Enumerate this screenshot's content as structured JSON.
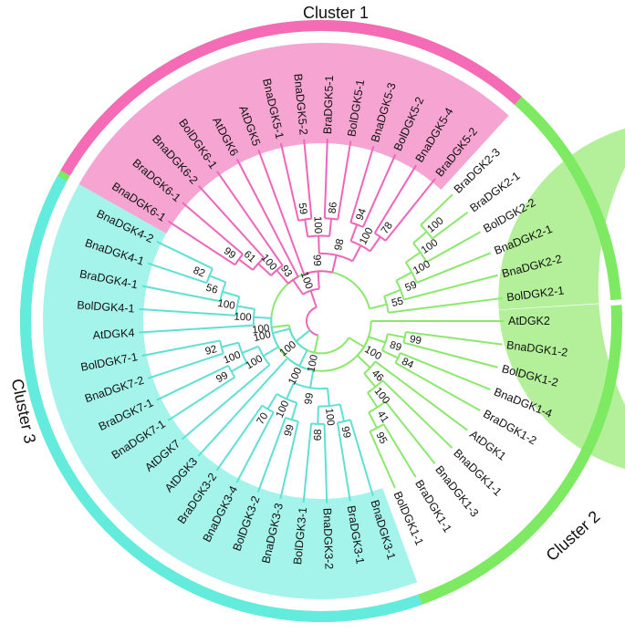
{
  "clusters": [
    {
      "id": "c1",
      "label": "Cluster 1",
      "bar_color": "#7eea63",
      "fill_color": "#b4f09a",
      "branch_color": "#8ce86d"
    },
    {
      "id": "c2",
      "label": "Cluster 2",
      "bar_color": "#63ecde",
      "fill_color": "#a5f4ec",
      "branch_color": "#5fe0d4"
    },
    {
      "id": "c3",
      "label": "Cluster 3",
      "bar_color": "#f56bb6",
      "fill_color": "#f6a5d2",
      "branch_color": "#ee66bb"
    }
  ],
  "leaves": [
    {
      "id": "AtDGK2",
      "label": "AtDGK2",
      "cluster": "c1"
    },
    {
      "id": "BnaDGK1-2",
      "label": "BnaDGK1-2",
      "cluster": "c1"
    },
    {
      "id": "BolDGK1-2",
      "label": "BolDGK1-2",
      "cluster": "c1"
    },
    {
      "id": "BnaDGK1-4",
      "label": "BnaDGK1-4",
      "cluster": "c1"
    },
    {
      "id": "BraDGK1-2",
      "label": "BraDGK1-2",
      "cluster": "c1"
    },
    {
      "id": "AtDGK1",
      "label": "AtDGK1",
      "cluster": "c1"
    },
    {
      "id": "BnaDGK1-1",
      "label": "BnaDGK1-1",
      "cluster": "c1"
    },
    {
      "id": "BnaDGK1-3",
      "label": "BnaDGK1-3",
      "cluster": "c1"
    },
    {
      "id": "BraDGK1-1",
      "label": "BraDGK1-1",
      "cluster": "c1"
    },
    {
      "id": "BolDGK1-1",
      "label": "BolDGK1-1",
      "cluster": "c1"
    },
    {
      "id": "BnaDGK3-1",
      "label": "BnaDGK3-1",
      "cluster": "c2"
    },
    {
      "id": "BraDGK3-1",
      "label": "BraDGK3-1",
      "cluster": "c2"
    },
    {
      "id": "BnaDGK3-2",
      "label": "BnaDGK3-2",
      "cluster": "c2"
    },
    {
      "id": "BolDGK3-1",
      "label": "BolDGK3-1",
      "cluster": "c2"
    },
    {
      "id": "BnaDGK3-3",
      "label": "BnaDGK3-3",
      "cluster": "c2"
    },
    {
      "id": "BolDGK3-2",
      "label": "BolDGK3-2",
      "cluster": "c2"
    },
    {
      "id": "BnaDGK3-4",
      "label": "BnaDGK3-4",
      "cluster": "c2"
    },
    {
      "id": "BraDGK3-2",
      "label": "BraDGK3-2",
      "cluster": "c2"
    },
    {
      "id": "AtDGK3",
      "label": "AtDGK3",
      "cluster": "c2"
    },
    {
      "id": "AtDGK7",
      "label": "AtDGK7",
      "cluster": "c2"
    },
    {
      "id": "BnaDGK7-1",
      "label": "BnaDGK7-1",
      "cluster": "c2"
    },
    {
      "id": "BraDGK7-1",
      "label": "BraDGK7-1",
      "cluster": "c2"
    },
    {
      "id": "BnaDGK7-2",
      "label": "BnaDGK7-2",
      "cluster": "c2"
    },
    {
      "id": "BolDGK7-1",
      "label": "BolDGK7-1",
      "cluster": "c2"
    },
    {
      "id": "AtDGK4",
      "label": "AtDGK4",
      "cluster": "c2"
    },
    {
      "id": "BolDGK4-1",
      "label": "BolDGK4-1",
      "cluster": "c2"
    },
    {
      "id": "BraDGK4-1",
      "label": "BraDGK4-1",
      "cluster": "c2"
    },
    {
      "id": "BnaDGK4-1",
      "label": "BnaDGK4-1",
      "cluster": "c2"
    },
    {
      "id": "BnaDGK4-2",
      "label": "BnaDGK4-2",
      "cluster": "c2"
    },
    {
      "id": "BnaDGK6-1b",
      "label": "BnaDGK6-1",
      "cluster": "c3"
    },
    {
      "id": "BraDGK6-1",
      "label": "BraDGK6-1",
      "cluster": "c3"
    },
    {
      "id": "BnaDGK6-2",
      "label": "BnaDGK6-2",
      "cluster": "c3"
    },
    {
      "id": "BolDGK6-1",
      "label": "BolDGK6-1",
      "cluster": "c3"
    },
    {
      "id": "AtDGK6",
      "label": "AtDGK6",
      "cluster": "c3"
    },
    {
      "id": "AtDGK5",
      "label": "AtDGK5",
      "cluster": "c3"
    },
    {
      "id": "BnaDGK5-1",
      "label": "BnaDGK5-1",
      "cluster": "c3"
    },
    {
      "id": "BnaDGK5-2",
      "label": "BnaDGK5-2",
      "cluster": "c3"
    },
    {
      "id": "BraDGK5-1",
      "label": "BraDGK5-1",
      "cluster": "c3"
    },
    {
      "id": "BolDGK5-1",
      "label": "BolDGK5-1",
      "cluster": "c3"
    },
    {
      "id": "BnaDGK5-3",
      "label": "BnaDGK5-3",
      "cluster": "c3"
    },
    {
      "id": "BolDGK5-2",
      "label": "BolDGK5-2",
      "cluster": "c3"
    },
    {
      "id": "BnaDGK5-4",
      "label": "BnaDGK5-4",
      "cluster": "c3"
    },
    {
      "id": "BraDGK5-2",
      "label": "BraDGK5-2",
      "cluster": "c3"
    },
    {
      "id": "BraDGK2-3",
      "label": "BraDGK2-3",
      "cluster": "c1"
    },
    {
      "id": "BraDGK2-1",
      "label": "BraDGK2-1",
      "cluster": "c1"
    },
    {
      "id": "BolDGK2-2",
      "label": "BolDGK2-2",
      "cluster": "c1"
    },
    {
      "id": "BnaDGK2-1",
      "label": "BnaDGK2-1",
      "cluster": "c1"
    },
    {
      "id": "BnaDGK2-2",
      "label": "BnaDGK2-2",
      "cluster": "c1"
    },
    {
      "id": "BolDGK2-1",
      "label": "BolDGK2-1",
      "cluster": "c1"
    }
  ],
  "tree": {
    "root": "n_root",
    "nodes": [
      {
        "id": "n_root",
        "children": [
          "n_c1",
          "n_c2",
          "n_c3"
        ],
        "cluster": "c3"
      },
      {
        "id": "n_c1",
        "children": [
          "n_c1a",
          "n_c1b"
        ],
        "bootstrap": "100",
        "cluster": "c1"
      },
      {
        "id": "n_c1a",
        "children": [
          "n_c1a1",
          "AtDGK2"
        ],
        "bootstrap": "100",
        "cluster": "c1"
      },
      {
        "id": "n_c1a1",
        "children": [
          "n_c1a2",
          "BolDGK2-1"
        ],
        "bootstrap": "55",
        "cluster": "c1"
      },
      {
        "id": "n_c1a2",
        "children": [
          "n_c1a3",
          "BnaDGK2-2"
        ],
        "bootstrap": "59",
        "cluster": "c1"
      },
      {
        "id": "n_c1a3",
        "children": [
          "n_c1a4",
          "BnaDGK2-1"
        ],
        "bootstrap": "100",
        "cluster": "c1"
      },
      {
        "id": "n_c1a4",
        "children": [
          "n_c1a5",
          "BolDGK2-2"
        ],
        "bootstrap": "100",
        "cluster": "c1"
      },
      {
        "id": "n_c1a5",
        "children": [
          "BraDGK2-3",
          "BraDGK2-1"
        ],
        "bootstrap": "100",
        "cluster": "c1"
      },
      {
        "id": "n_c1b",
        "children": [
          "n_c1b1",
          "n_c1b3"
        ],
        "bootstrap": "100",
        "cluster": "c1"
      },
      {
        "id": "n_c1b1",
        "children": [
          "n_c1b2",
          "n_c1b4"
        ],
        "bootstrap": "89",
        "cluster": "c1"
      },
      {
        "id": "n_c1b2",
        "children": [
          "BnaDGK1-2",
          "BolDGK1-2"
        ],
        "bootstrap": "99",
        "cluster": "c1"
      },
      {
        "id": "n_c1b4",
        "children": [
          "BnaDGK1-4",
          "BraDGK1-2"
        ],
        "bootstrap": "84",
        "cluster": "c1"
      },
      {
        "id": "n_c1b3",
        "children": [
          "AtDGK1",
          "n_c1b5"
        ],
        "bootstrap": "46",
        "cluster": "c1"
      },
      {
        "id": "n_c1b5",
        "children": [
          "BnaDGK1-1",
          "n_c1b6"
        ],
        "bootstrap": "100",
        "cluster": "c1"
      },
      {
        "id": "n_c1b6",
        "children": [
          "BnaDGK1-3",
          "n_c1b7"
        ],
        "bootstrap": "41",
        "cluster": "c1"
      },
      {
        "id": "n_c1b7",
        "children": [
          "BraDGK1-1",
          "BolDGK1-1"
        ],
        "bootstrap": "95",
        "cluster": "c1"
      },
      {
        "id": "n_c2",
        "children": [
          "n_c2a",
          "n_c2b"
        ],
        "bootstrap": "100",
        "cluster": "c2"
      },
      {
        "id": "n_c2a",
        "children": [
          "n_c2a1",
          "n_c2a3"
        ],
        "bootstrap": "100",
        "cluster": "c2"
      },
      {
        "id": "n_c2a1",
        "children": [
          "n_c2a2",
          "n_c2a5"
        ],
        "bootstrap": "99",
        "cluster": "c2"
      },
      {
        "id": "n_c2a2",
        "children": [
          "n_c2a4",
          "n_c2a6"
        ],
        "bootstrap": "100",
        "cluster": "c2"
      },
      {
        "id": "n_c2a4",
        "children": [
          "BnaDGK3-1",
          "BraDGK3-1"
        ],
        "bootstrap": "99",
        "cluster": "c2"
      },
      {
        "id": "n_c2a6",
        "children": [
          "BnaDGK3-2",
          "BolDGK3-1"
        ],
        "bootstrap": "68",
        "cluster": "c2"
      },
      {
        "id": "n_c2a5",
        "children": [
          "n_c2a7",
          "n_c2a8"
        ],
        "bootstrap": "100",
        "cluster": "c2"
      },
      {
        "id": "n_c2a7",
        "children": [
          "BnaDGK3-3",
          "BolDGK3-2"
        ],
        "bootstrap": "99",
        "cluster": "c2"
      },
      {
        "id": "n_c2a8",
        "children": [
          "BnaDGK3-4",
          "BraDGK3-2"
        ],
        "bootstrap": "70",
        "cluster": "c2"
      },
      {
        "id": "n_c2a3",
        "children": [
          "AtDGK3"
        ],
        "cluster": "c2"
      },
      {
        "id": "n_c2b",
        "children": [
          "n_c2b1",
          "n_c2b3"
        ],
        "bootstrap": "100",
        "cluster": "c2"
      },
      {
        "id": "n_c2b1",
        "children": [
          "AtDGK7",
          "n_c2b2"
        ],
        "bootstrap": "100",
        "cluster": "c2"
      },
      {
        "id": "n_c2b2",
        "children": [
          "n_c2b4",
          "n_c2b5"
        ],
        "bootstrap": "100",
        "cluster": "c2"
      },
      {
        "id": "n_c2b4",
        "children": [
          "BnaDGK7-1",
          "BraDGK7-1"
        ],
        "bootstrap": "99",
        "cluster": "c2"
      },
      {
        "id": "n_c2b5",
        "children": [
          "BnaDGK7-2",
          "BolDGK7-1"
        ],
        "bootstrap": "92",
        "cluster": "c2"
      },
      {
        "id": "n_c2b3",
        "children": [
          "AtDGK4",
          "n_c2b6"
        ],
        "bootstrap": "100",
        "cluster": "c2"
      },
      {
        "id": "n_c2b6",
        "children": [
          "BolDGK4-1",
          "n_c2b7"
        ],
        "bootstrap": "100",
        "cluster": "c2"
      },
      {
        "id": "n_c2b7",
        "children": [
          "BraDGK4-1",
          "n_c2b8"
        ],
        "bootstrap": "56",
        "cluster": "c2"
      },
      {
        "id": "n_c2b8",
        "children": [
          "BnaDGK4-1",
          "BnaDGK4-2"
        ],
        "bootstrap": "82",
        "cluster": "c2"
      },
      {
        "id": "n_c3",
        "children": [
          "n_c3a",
          "n_c3b"
        ],
        "bootstrap": "100",
        "cluster": "c3"
      },
      {
        "id": "n_c3a",
        "children": [
          "n_c3a1",
          "AtDGK6"
        ],
        "bootstrap": "93",
        "cluster": "c3"
      },
      {
        "id": "n_c3a1",
        "children": [
          "n_c3a2",
          "BolDGK6-1"
        ],
        "bootstrap": "100",
        "cluster": "c3"
      },
      {
        "id": "n_c3a2",
        "children": [
          "n_c3a3",
          "BnaDGK6-2"
        ],
        "bootstrap": "61",
        "cluster": "c3"
      },
      {
        "id": "n_c3a3",
        "children": [
          "BnaDGK6-1b",
          "BraDGK6-1"
        ],
        "bootstrap": "99",
        "cluster": "c3"
      },
      {
        "id": "n_c3b",
        "children": [
          "AtDGK5",
          "n_c3b1"
        ],
        "bootstrap": "99",
        "cluster": "c3"
      },
      {
        "id": "n_c3b1",
        "children": [
          "n_c3b2",
          "n_c3b5"
        ],
        "bootstrap": "98",
        "cluster": "c3"
      },
      {
        "id": "n_c3b2",
        "children": [
          "n_c3b3",
          "n_c3b4"
        ],
        "bootstrap": "100",
        "cluster": "c3"
      },
      {
        "id": "n_c3b3",
        "children": [
          "BnaDGK5-1",
          "BnaDGK5-2"
        ],
        "bootstrap": "59",
        "cluster": "c3"
      },
      {
        "id": "n_c3b4",
        "children": [
          "BraDGK5-1",
          "BolDGK5-1"
        ],
        "bootstrap": "86",
        "cluster": "c3"
      },
      {
        "id": "n_c3b5",
        "children": [
          "n_c3b6",
          "n_c3b7"
        ],
        "bootstrap": "100",
        "cluster": "c3"
      },
      {
        "id": "n_c3b6",
        "children": [
          "BnaDGK5-3",
          "BolDGK5-2"
        ],
        "bootstrap": "94",
        "cluster": "c3"
      },
      {
        "id": "n_c3b7",
        "children": [
          "BnaDGK5-4",
          "BraDGK5-2"
        ],
        "bootstrap": "78",
        "cluster": "c3"
      }
    ]
  }
}
